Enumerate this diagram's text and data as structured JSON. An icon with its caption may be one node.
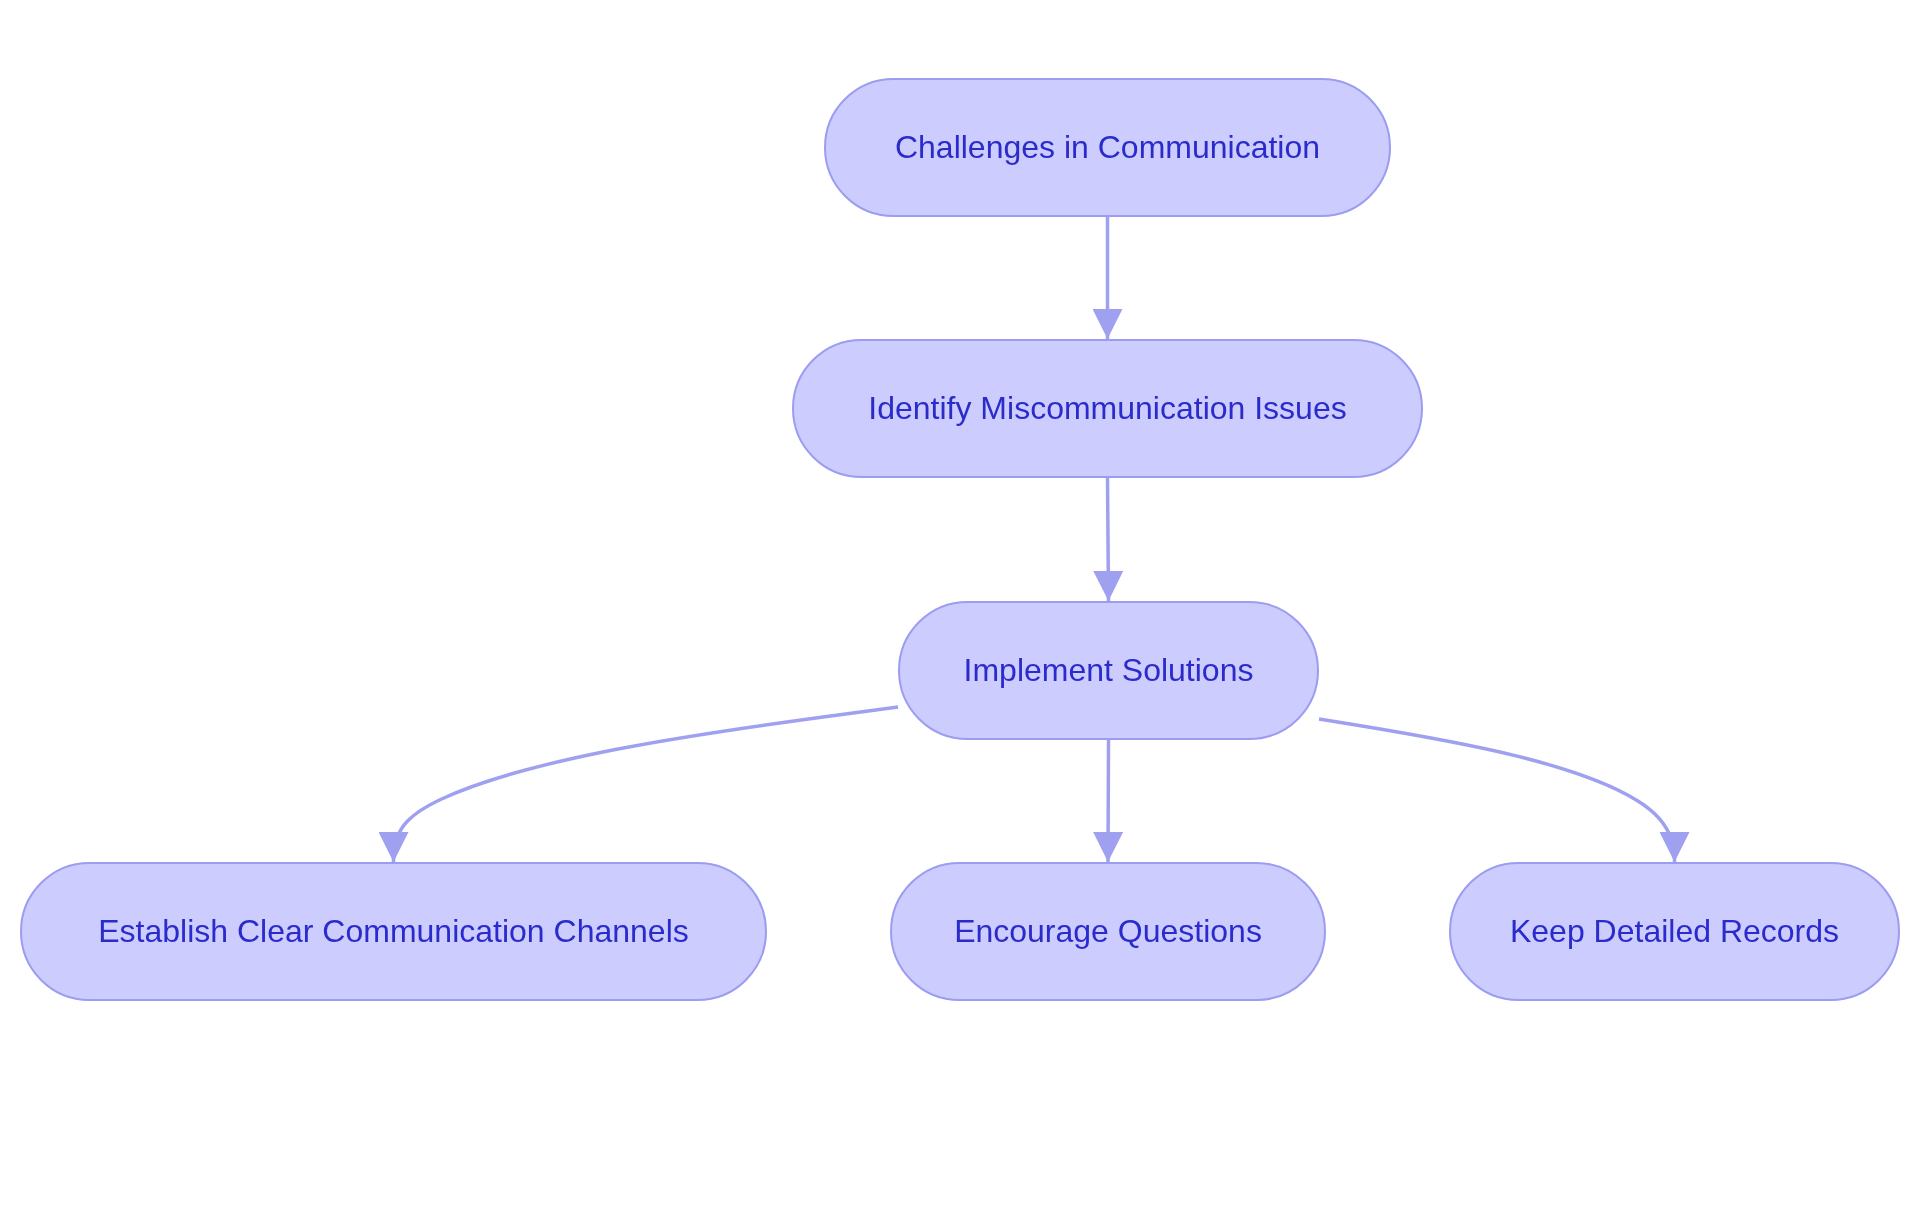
{
  "diagram": {
    "nodes": [
      {
        "text": [
          "Challenges in Communication"
        ]
      },
      {
        "text": [
          "Identify Miscommunication Issues"
        ]
      },
      {
        "text": [
          "Implement Solutions"
        ]
      },
      {
        "text": [
          "Establish Clear Communication Channels"
        ]
      },
      {
        "text": [
          "Encourage Questions"
        ]
      },
      {
        "text": [
          "Keep Detailed Records"
        ]
      }
    ],
    "edges": [
      {
        "from": 0,
        "to": 1,
        "arrow": "to"
      },
      {
        "from": 1,
        "to": 2,
        "arrow": "to"
      },
      {
        "from": 2,
        "to": 3,
        "arrow": "to"
      },
      {
        "from": 2,
        "to": 4,
        "arrow": "to"
      },
      {
        "from": 2,
        "to": 5,
        "arrow": "to"
      }
    ]
  }
}
